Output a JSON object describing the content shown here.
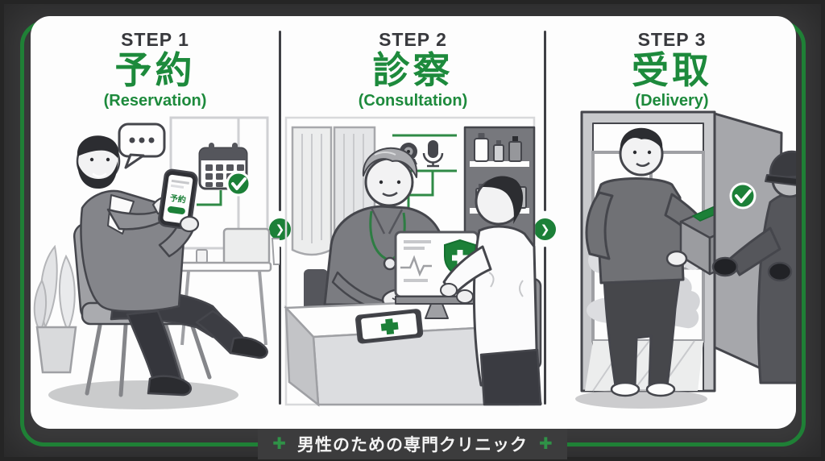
{
  "colors": {
    "accent_green": "#1c8038",
    "panel_white": "#fdfdfd",
    "background_gray": "#3c3c3d"
  },
  "steps": [
    {
      "step": "STEP 1",
      "title_ja": "予約",
      "title_en": "(Reservation)"
    },
    {
      "step": "STEP 2",
      "title_ja": "診察",
      "title_en": "(Consultation)"
    },
    {
      "step": "STEP 3",
      "title_ja": "受取",
      "title_en": "(Delivery)"
    }
  ],
  "arrows": {
    "glyph": "❯"
  },
  "scenes": {
    "reservation": {
      "phone_label": "予約"
    }
  },
  "footer": {
    "text": "男性のための専門クリニック",
    "icon_glyph": "✚"
  }
}
